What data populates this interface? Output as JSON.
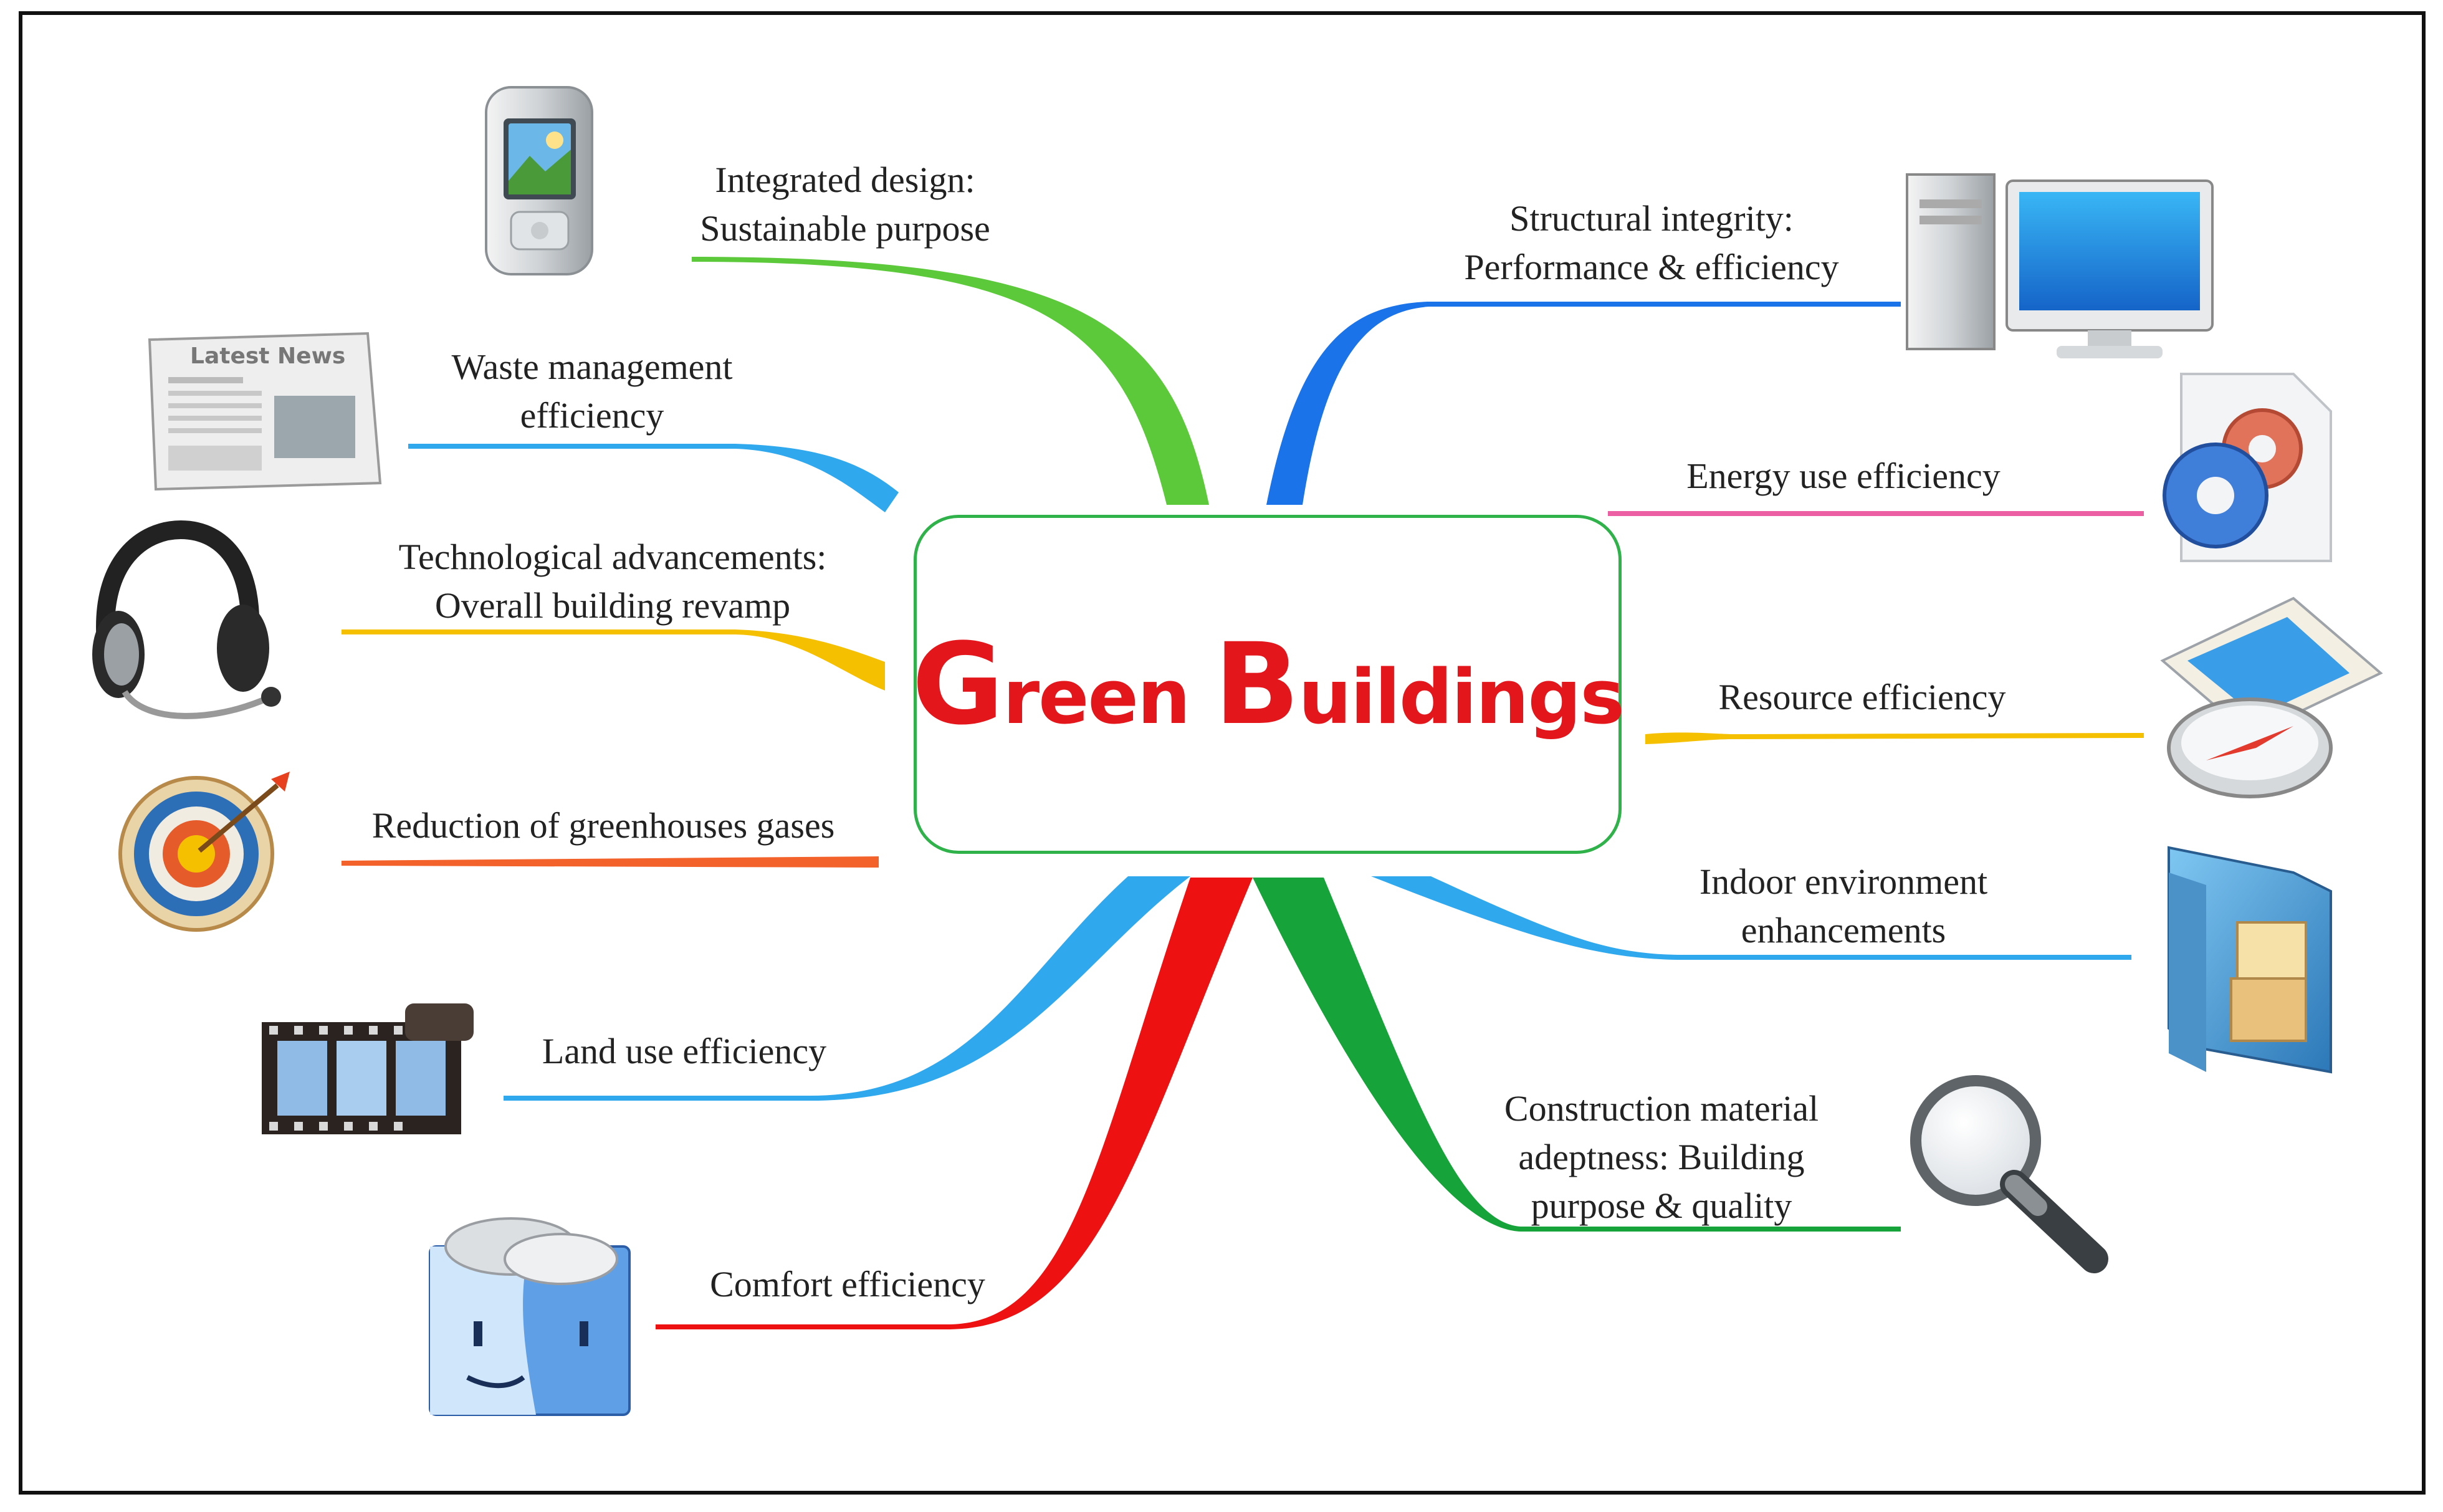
{
  "center": {
    "title_initial_1": "G",
    "title_rest_1": "reen ",
    "title_initial_2": "B",
    "title_rest_2": "uildings"
  },
  "colors": {
    "title": "#e3161b",
    "center_border": "#2fb24a",
    "green": "#5cc93a",
    "blue": "#1a73e8",
    "light_blue": "#2fa8ee",
    "yellow": "#f5c000",
    "orange": "#f2622a",
    "pink": "#ec5fa2",
    "red": "#ee1111",
    "dark_green": "#16a33a"
  },
  "branches": {
    "integrated_design": "Integrated design:\nSustainable purpose",
    "waste_management": "Waste management\nefficiency",
    "technological": "Technological advancements:\nOverall building revamp",
    "greenhouse": "Reduction of greenhouses gases",
    "land_use": "Land use efficiency",
    "comfort": "Comfort efficiency",
    "structural": "Structural integrity:\nPerformance & efficiency",
    "energy": "Energy use efficiency",
    "resource": "Resource efficiency",
    "indoor": "Indoor environment\nenhancements",
    "construction": "Construction material\nadeptness: Building\npurpose & quality"
  },
  "icons": {
    "newspaper_heading": "Latest News",
    "names": [
      "mobile-phone-icon",
      "newspaper-icon",
      "headset-icon",
      "target-icon",
      "film-strip-icon",
      "finder-faces-icon",
      "computer-icon",
      "gears-document-icon",
      "map-compass-icon",
      "picture-folder-icon",
      "magnifier-icon"
    ]
  }
}
